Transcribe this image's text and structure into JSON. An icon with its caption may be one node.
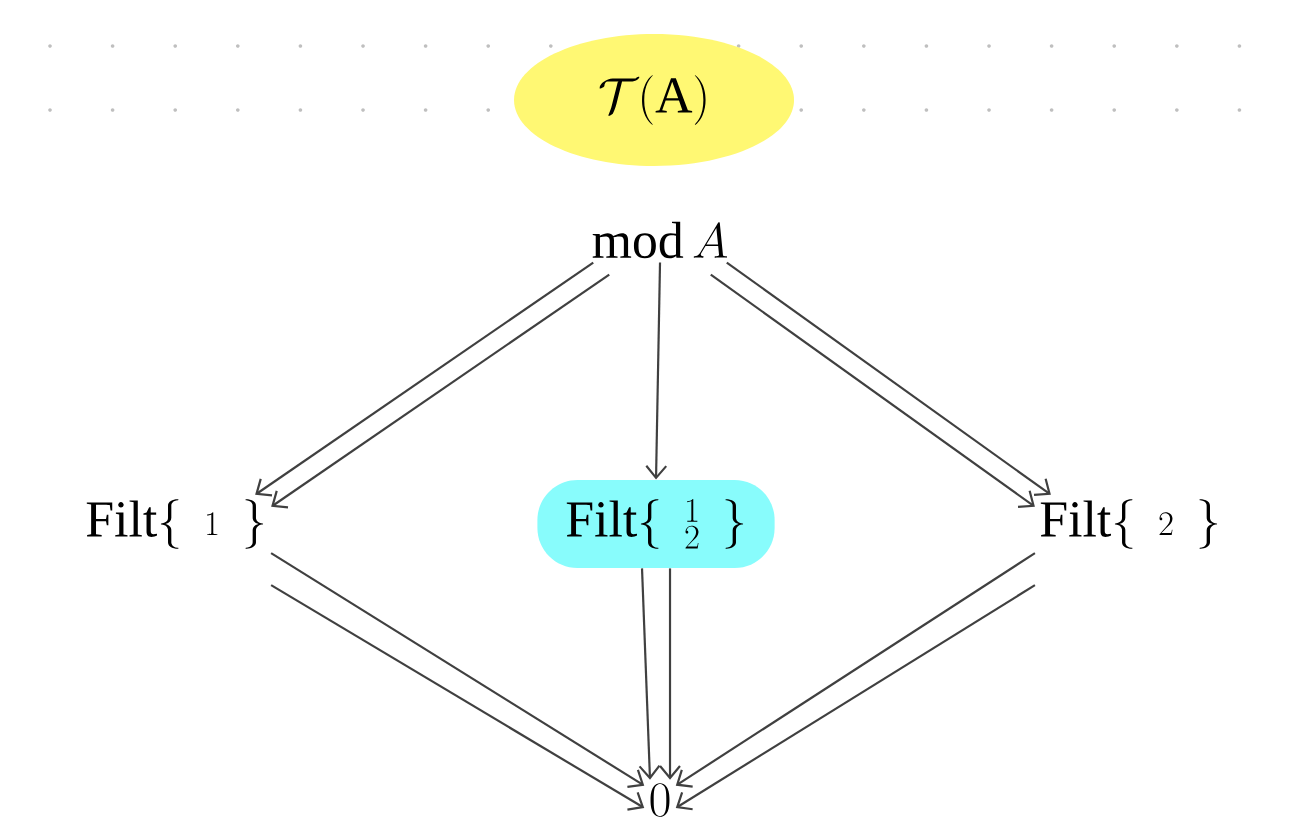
{
  "diagram": {
    "title": "\\mathcal{T}(\\mathrm{A})",
    "nodes": [
      {
        "text": [
          "\\mathrm{mod}\\,A"
        ]
      },
      {
        "text": [
          "\\mathrm{Filt}\\{\\;\\begin{smallmatrix}1\\end{smallmatrix}\\;\\}"
        ]
      },
      {
        "text": [
          "\\mathrm{Filt}\\{\\;\\begin{smallmatrix}1\\\\2\\end{smallmatrix}\\;\\}"
        ]
      },
      {
        "text": [
          "\\mathrm{Filt}\\{\\;\\begin{smallmatrix}2\\end{smallmatrix}\\;\\}"
        ]
      },
      {
        "text": [
          "0"
        ]
      }
    ],
    "edges": [
      {
        "from": 0,
        "to": 1,
        "arrow": "to"
      },
      {
        "from": 0,
        "to": 1,
        "arrow": "to"
      },
      {
        "from": 0,
        "to": 2,
        "arrow": "to"
      },
      {
        "from": 0,
        "to": 3,
        "arrow": "to"
      },
      {
        "from": 0,
        "to": 3,
        "arrow": "to"
      },
      {
        "from": 1,
        "to": 4,
        "arrow": "to"
      },
      {
        "from": 1,
        "to": 4,
        "arrow": "to"
      },
      {
        "from": 2,
        "to": 4,
        "arrow": "to"
      },
      {
        "from": 2,
        "to": 4,
        "arrow": "to"
      },
      {
        "from": 3,
        "to": 4,
        "arrow": "to"
      },
      {
        "from": 3,
        "to": 4,
        "arrow": "to"
      }
    ]
  }
}
